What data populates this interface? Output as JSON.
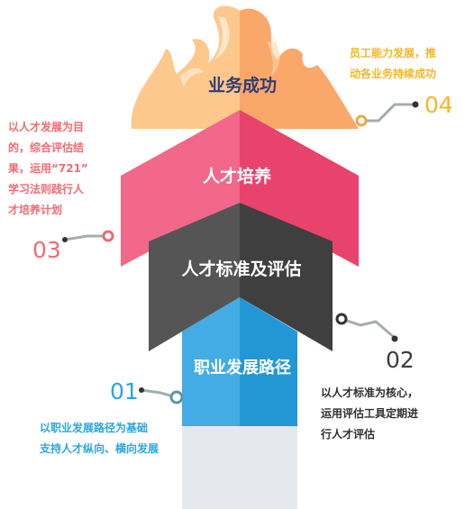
{
  "colors": {
    "flame_left": "#fdc88c",
    "flame_right": "#f9a86a",
    "pink_left": "#f2688a",
    "pink_right": "#e8436c",
    "dark_left": "#555555",
    "dark_right": "#3f3f3f",
    "blue_left": "#43ace4",
    "blue_right": "#2197d6",
    "base": "#e5e8ec",
    "connector": "#a4adae",
    "dot_dark": "#333333"
  },
  "tiers": {
    "top": "业务成功",
    "talent_development": "人才培养",
    "standards": "人才标准及评估",
    "career_path": "职业发展路径"
  },
  "notes": {
    "n01": {
      "number": "01",
      "lines": [
        "以职业发展路径为基础",
        "支持人才纵向、横向发展"
      ]
    },
    "n02": {
      "number": "02",
      "lines": [
        "以人才标准为核心，",
        "运用评估工具定期进",
        "行人才评估"
      ]
    },
    "n03": {
      "number": "03",
      "lines": [
        "以人才发展为目",
        "的，综合评估结",
        "果，运用“721”",
        "学习法则践行人",
        "才培养计划"
      ]
    },
    "n04": {
      "number": "04",
      "lines": [
        "员工能力发展，推",
        "动各业务持续成功"
      ]
    }
  }
}
